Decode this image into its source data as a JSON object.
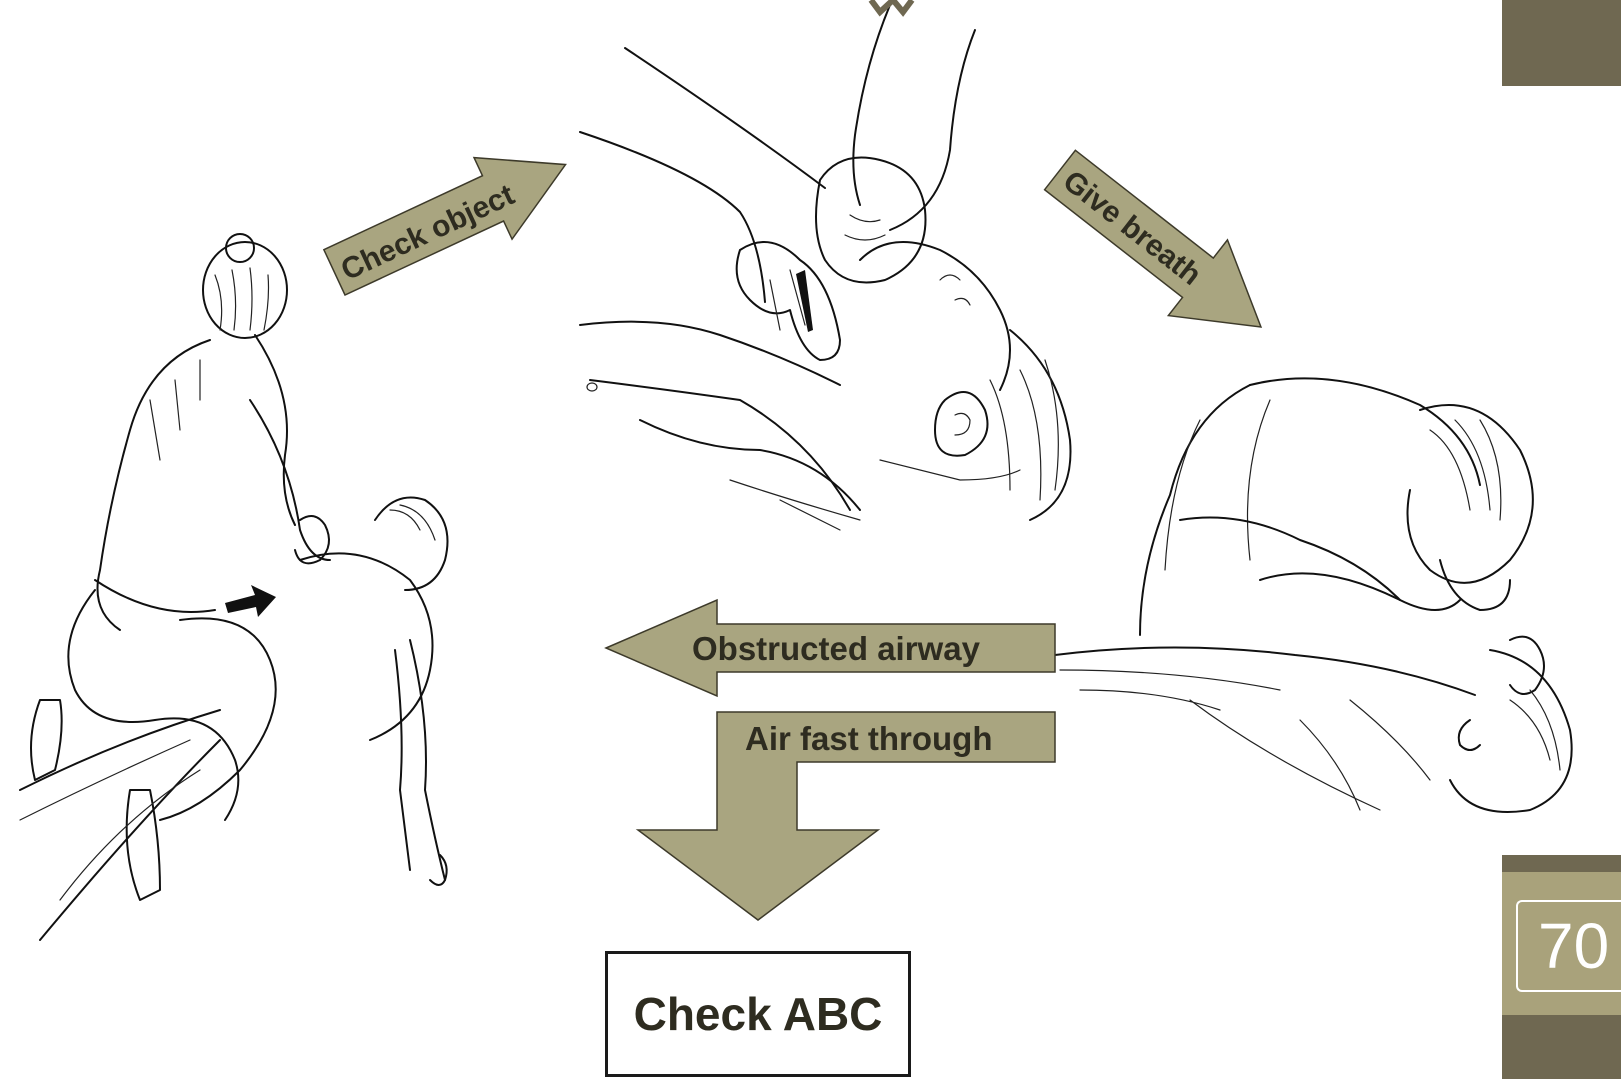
{
  "steps": {
    "check_object": "Check object",
    "give_breath": "Give breath",
    "obstructed_airway": "Obstructed airway",
    "air_fast_through": "Air fast through",
    "check_abc": "Check ABC"
  },
  "page_number": "70",
  "illustrations": [
    "abdominal-thrust-illustration",
    "check-mouth-object-illustration",
    "rescue-breath-illustration"
  ],
  "colors": {
    "arrow_fill": "#a9a580",
    "arrow_stroke": "#3d3a2a",
    "arrow_text": "#2e2c20",
    "side_bar_dark": "#6f6851",
    "side_bar_light": "#a9a27b"
  }
}
